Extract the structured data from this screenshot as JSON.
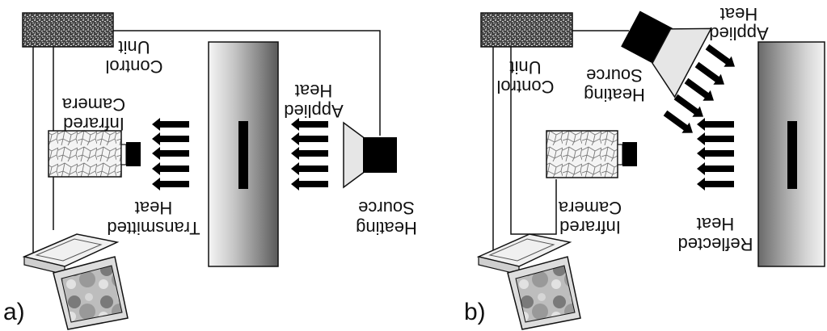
{
  "panel_a": {
    "tag": "a)",
    "control_unit": [
      "Control",
      "Unit"
    ],
    "camera": [
      "Infrared",
      "Camera"
    ],
    "transmitted_heat": [
      "Transmitted",
      "Heat"
    ],
    "applied_heat": [
      "Applied",
      "Heat"
    ],
    "heating_source": [
      "Heating",
      "Source"
    ]
  },
  "panel_b": {
    "tag": "b)",
    "control_unit": [
      "Control",
      "Unit"
    ],
    "heating_source": [
      "Heating",
      "Source"
    ],
    "applied_heat": [
      "Applied",
      "Heat"
    ],
    "camera": [
      "Infrared",
      "Camera"
    ],
    "reflected_heat": [
      "Reflected",
      "Heat"
    ]
  },
  "colors": {
    "stroke": "#111111",
    "block": "#000000",
    "control_unit_fill": "#3a3a3a",
    "camera_fill": "#f2f2f2",
    "cone_fill": "#e6e6e6"
  }
}
